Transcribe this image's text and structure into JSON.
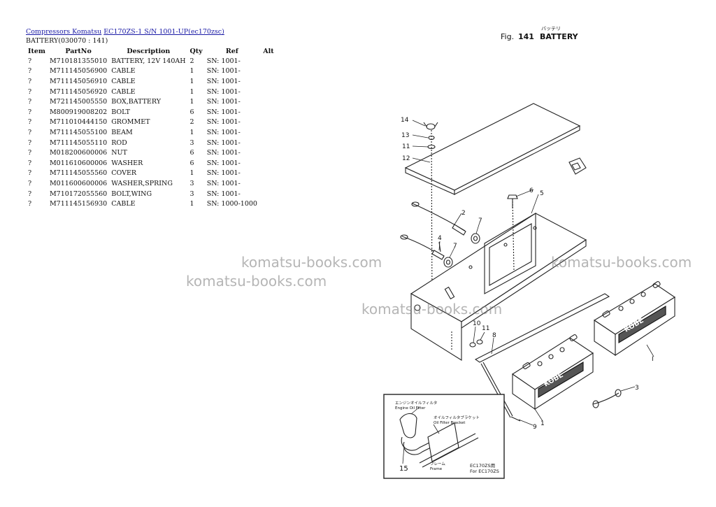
{
  "breadcrumb": {
    "link1": "Compressors Komatsu",
    "link2": "EC170ZS-1 S/N 1001-UP(ec170zsc)"
  },
  "subtitle": "BATTERY(030070 : 141)",
  "table": {
    "headers": [
      "Item",
      "PartNo",
      "Description",
      "Qty",
      "Ref",
      "Alt"
    ],
    "rows": [
      {
        "item": "?",
        "part": "M710181355010",
        "desc": "BATTERY, 12V 140AH",
        "qty": "2",
        "ref": "SN: 1001-",
        "alt": ""
      },
      {
        "item": "?",
        "part": "M711145056900",
        "desc": "CABLE",
        "qty": "1",
        "ref": "SN: 1001-",
        "alt": ""
      },
      {
        "item": "?",
        "part": "M711145056910",
        "desc": "CABLE",
        "qty": "1",
        "ref": "SN: 1001-",
        "alt": ""
      },
      {
        "item": "?",
        "part": "M711145056920",
        "desc": "CABLE",
        "qty": "1",
        "ref": "SN: 1001-",
        "alt": ""
      },
      {
        "item": "?",
        "part": "M721145005550",
        "desc": "BOX,BATTERY",
        "qty": "1",
        "ref": "SN: 1001-",
        "alt": ""
      },
      {
        "item": "?",
        "part": "M800919008202",
        "desc": "BOLT",
        "qty": "6",
        "ref": "SN: 1001-",
        "alt": ""
      },
      {
        "item": "?",
        "part": "M711010444150",
        "desc": "GROMMET",
        "qty": "2",
        "ref": "SN: 1001-",
        "alt": ""
      },
      {
        "item": "?",
        "part": "M711145055100",
        "desc": "BEAM",
        "qty": "1",
        "ref": "SN: 1001-",
        "alt": ""
      },
      {
        "item": "?",
        "part": "M711145055110",
        "desc": "ROD",
        "qty": "3",
        "ref": "SN: 1001-",
        "alt": ""
      },
      {
        "item": "?",
        "part": "M018200600006",
        "desc": "NUT",
        "qty": "6",
        "ref": "SN: 1001-",
        "alt": ""
      },
      {
        "item": "?",
        "part": "M011610600006",
        "desc": "WASHER",
        "qty": "6",
        "ref": "SN: 1001-",
        "alt": ""
      },
      {
        "item": "?",
        "part": "M711145055560",
        "desc": "COVER",
        "qty": "1",
        "ref": "SN: 1001-",
        "alt": ""
      },
      {
        "item": "?",
        "part": "M011600600006",
        "desc": "WASHER,SPRING",
        "qty": "3",
        "ref": "SN: 1001-",
        "alt": ""
      },
      {
        "item": "?",
        "part": "M710172055560",
        "desc": "BOLT,WING",
        "qty": "3",
        "ref": "SN: 1001-",
        "alt": ""
      },
      {
        "item": "?",
        "part": "M711145156930",
        "desc": "CABLE",
        "qty": "1",
        "ref": "SN: 1000-1000",
        "alt": ""
      }
    ]
  },
  "diagram": {
    "fig_prefix": "Fig.",
    "fig_number": "141",
    "fig_title": "BATTERY",
    "fig_kana": "バッテリ",
    "battery_brand": "KOBE",
    "callouts": {
      "c14": "14",
      "c13": "13",
      "c11a": "11",
      "c12": "12",
      "c6": "6",
      "c5": "5",
      "c2": "2",
      "c7a": "7",
      "c4": "4",
      "c7b": "7",
      "c10": "10",
      "c11b": "11",
      "c8": "8",
      "cI": "I",
      "c3": "3",
      "c1": "1",
      "c9": "9",
      "c15": "15"
    },
    "inset": {
      "engine_oil_filter_jp": "エンジンオイルフィルタ",
      "engine_oil_filter": "Engine Oil Filter",
      "oil_filter_bracket_jp": "オイルフィルタブラケット",
      "oil_filter_bracket": "Oil Filter Bracket",
      "frame_jp": "フレーム",
      "frame": "Frame",
      "model_jp": "EC170ZS用",
      "model": "For EC170ZS"
    }
  },
  "watermarks": {
    "w1": "komatsu-books.com",
    "w2": "komatsu-books.com",
    "w3": "komatsu-books.com",
    "w4": "komatsu-books.com"
  }
}
